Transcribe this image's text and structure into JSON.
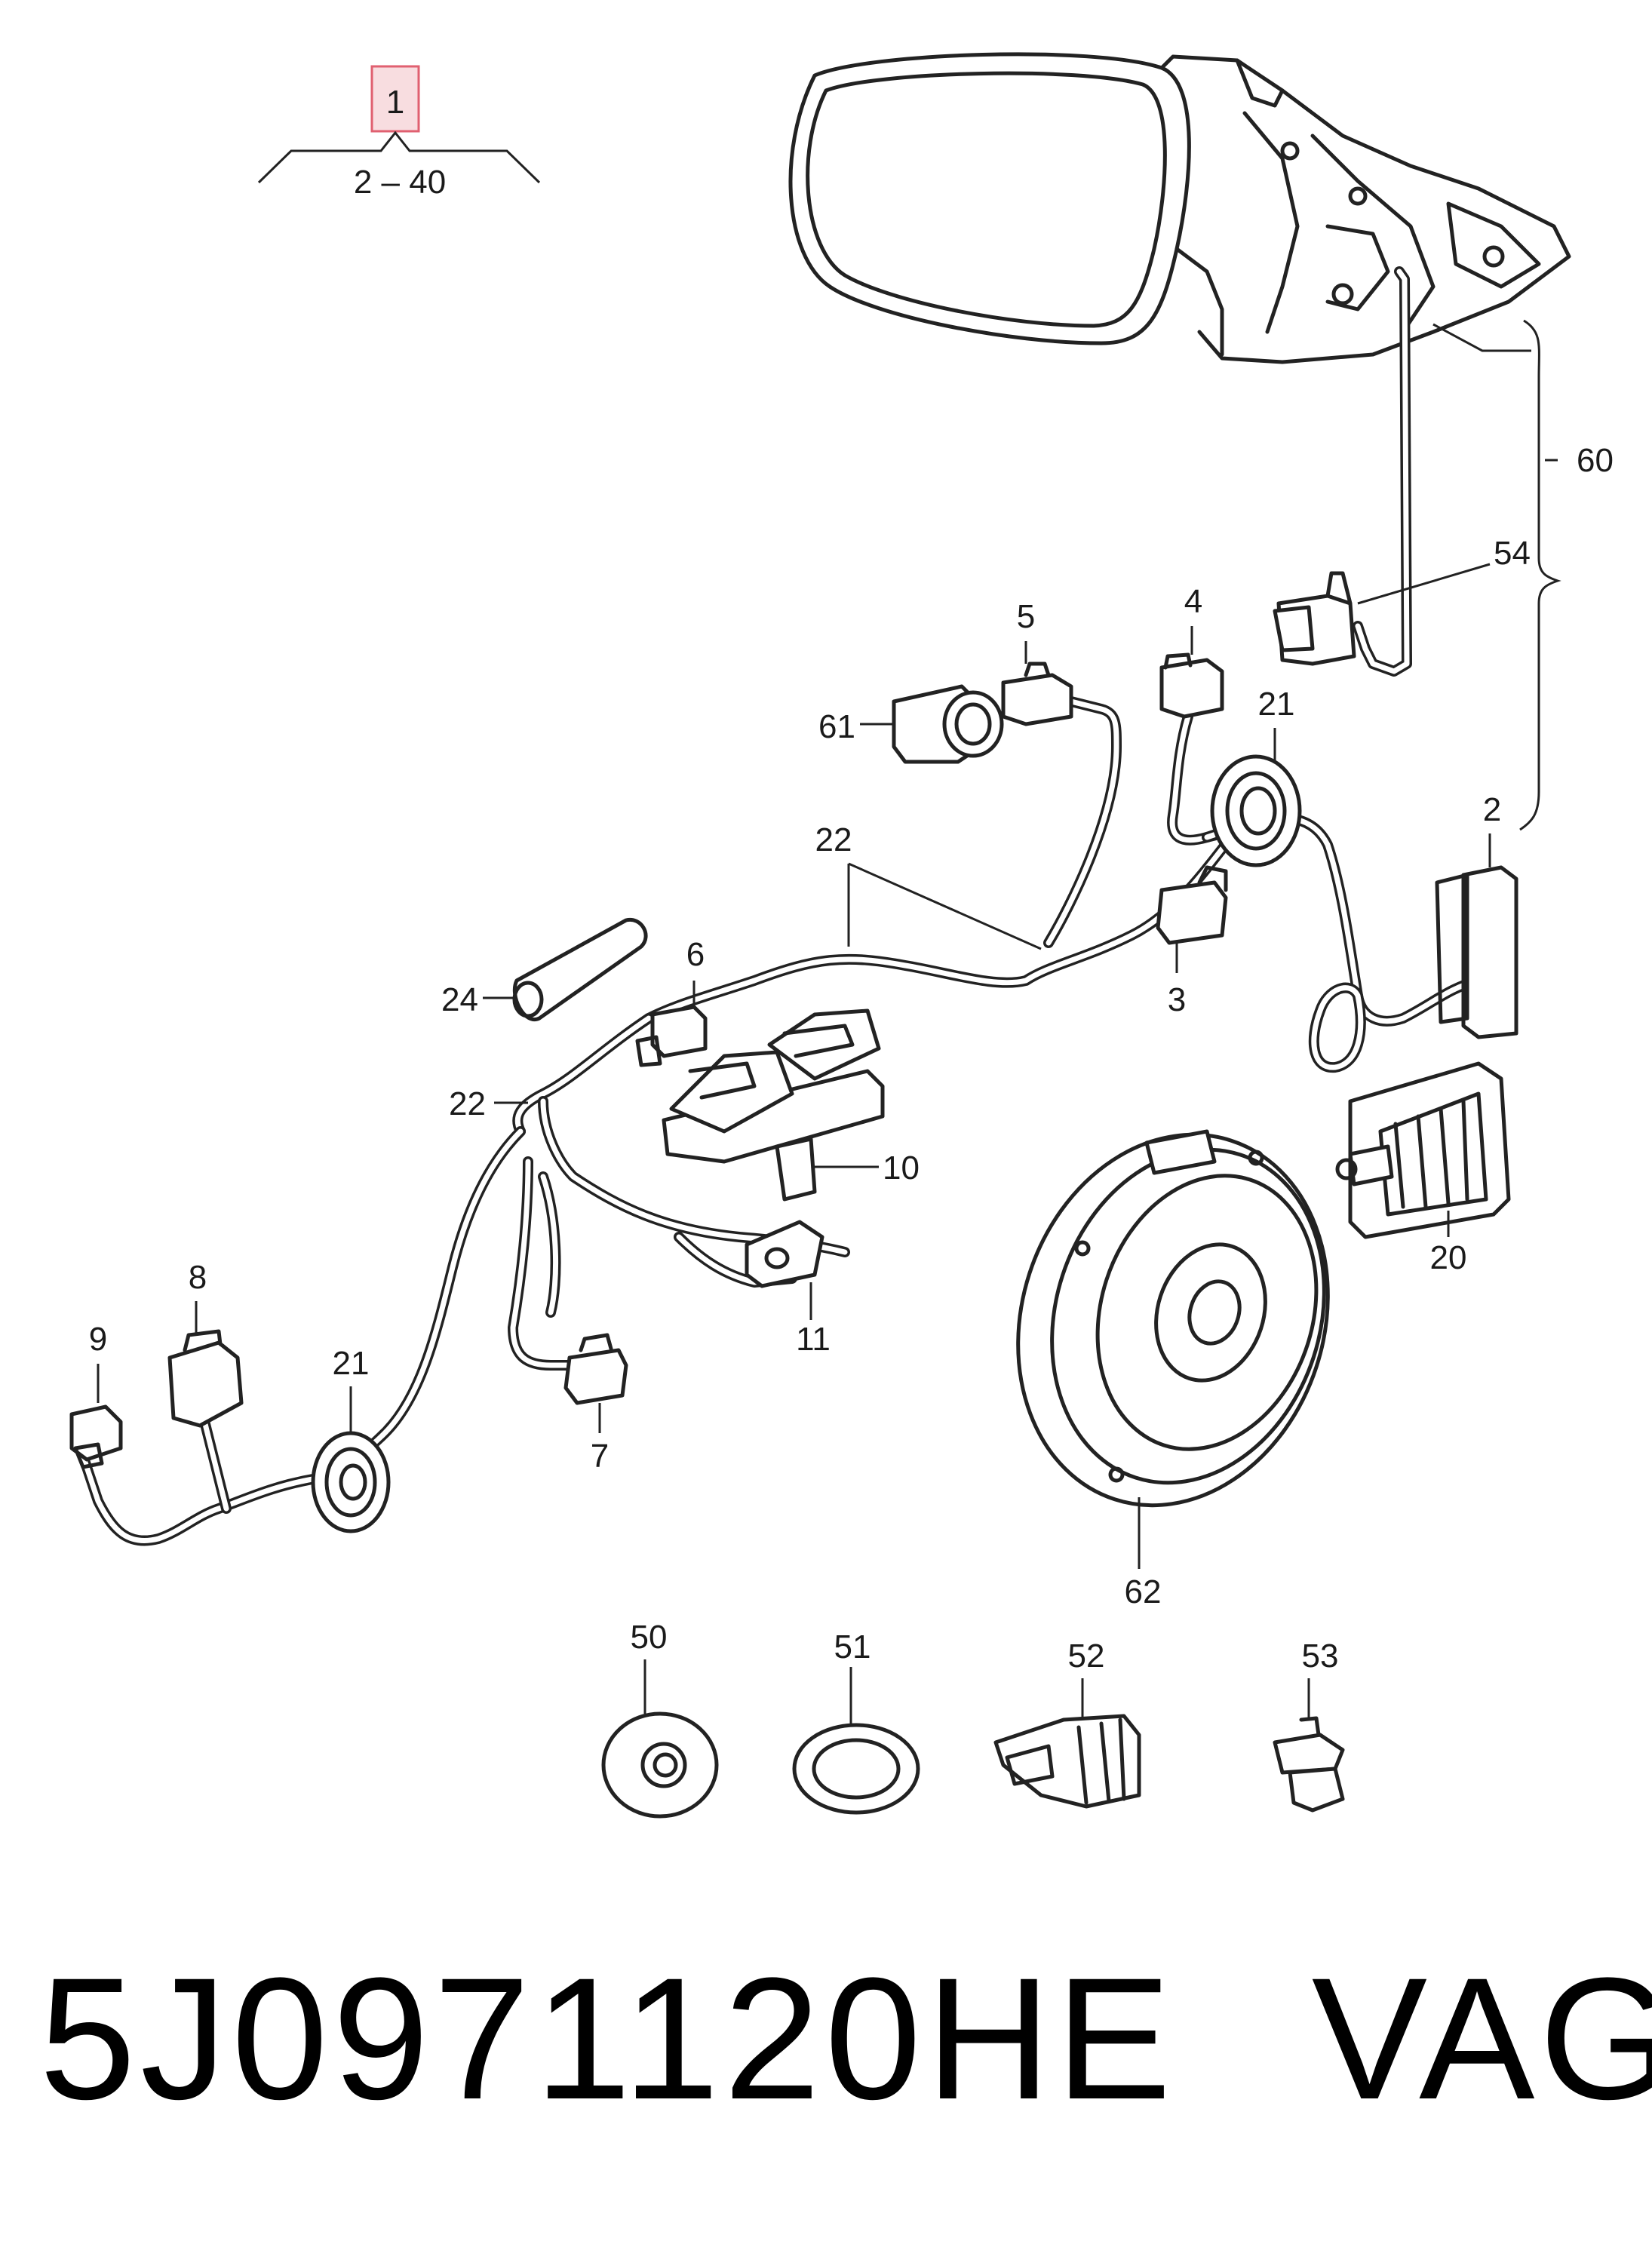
{
  "callouts": {
    "c1": "1",
    "c1_range": "2 – 40",
    "c2": "2",
    "c3": "3",
    "c4": "4",
    "c5": "5",
    "c6": "6",
    "c7": "7",
    "c8": "8",
    "c9": "9",
    "c10": "10",
    "c11": "11",
    "c20": "20",
    "c21a": "21",
    "c21b": "21",
    "c22a": "22",
    "c22b": "22",
    "c24": "24",
    "c50": "50",
    "c51": "51",
    "c52": "52",
    "c53": "53",
    "c54": "54",
    "c60": "60",
    "c61": "61",
    "c62": "62"
  },
  "caption": {
    "part_number": "5J0971120HE",
    "brand": "VAG"
  },
  "colors": {
    "highlight_fill": "#f8dde0",
    "highlight_stroke": "#e06070",
    "line": "#222222"
  }
}
